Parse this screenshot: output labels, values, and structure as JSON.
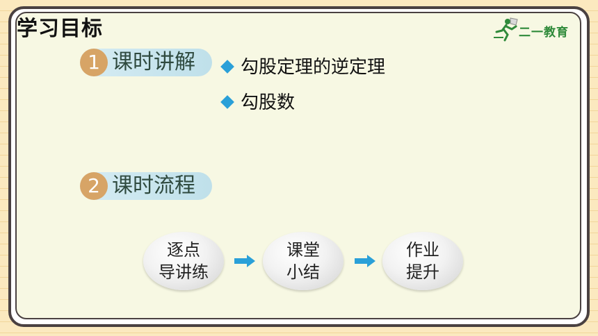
{
  "header": {
    "title": "学习目标"
  },
  "logo": {
    "text": "二一教育",
    "icon": "running-figure-icon"
  },
  "sections": [
    {
      "number": "1",
      "label": "课时讲解"
    },
    {
      "number": "2",
      "label": "课时流程"
    }
  ],
  "bullets": [
    "勾股定理的逆定理",
    "勾股数"
  ],
  "flow": [
    {
      "line1": "逐点",
      "line2": "导讲练"
    },
    {
      "line1": "课堂",
      "line2": "小结"
    },
    {
      "line1": "作业",
      "line2": "提升"
    }
  ],
  "colors": {
    "accent_blue": "#2aa0d8",
    "badge_tan": "#d7a466",
    "logo_green": "#2f8a3a"
  }
}
